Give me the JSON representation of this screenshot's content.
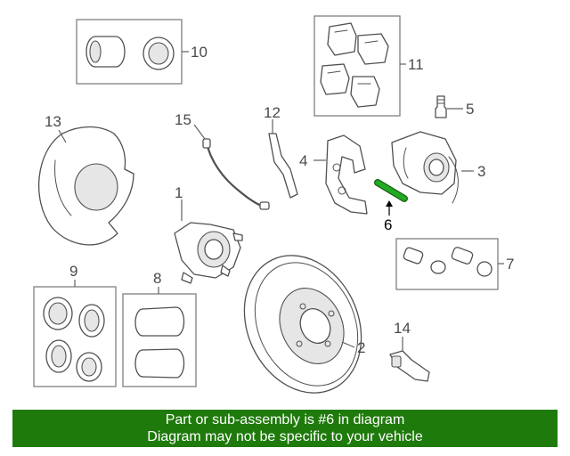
{
  "diagram": {
    "highlighted_part": "6",
    "part_numbers": {
      "p1": "1",
      "p2": "2",
      "p3": "3",
      "p4": "4",
      "p5": "5",
      "p6": "6",
      "p7": "7",
      "p8": "8",
      "p9": "9",
      "p10": "10",
      "p11": "11",
      "p12": "12",
      "p13": "13",
      "p14": "14",
      "p15": "15"
    },
    "colors": {
      "highlight": "#22aa22",
      "banner_bg": "#1f7a0c",
      "line": "#505050"
    }
  },
  "banner": {
    "line1": "Part or sub-assembly is #6 in diagram",
    "line2": "Diagram may not be specific to your vehicle"
  }
}
